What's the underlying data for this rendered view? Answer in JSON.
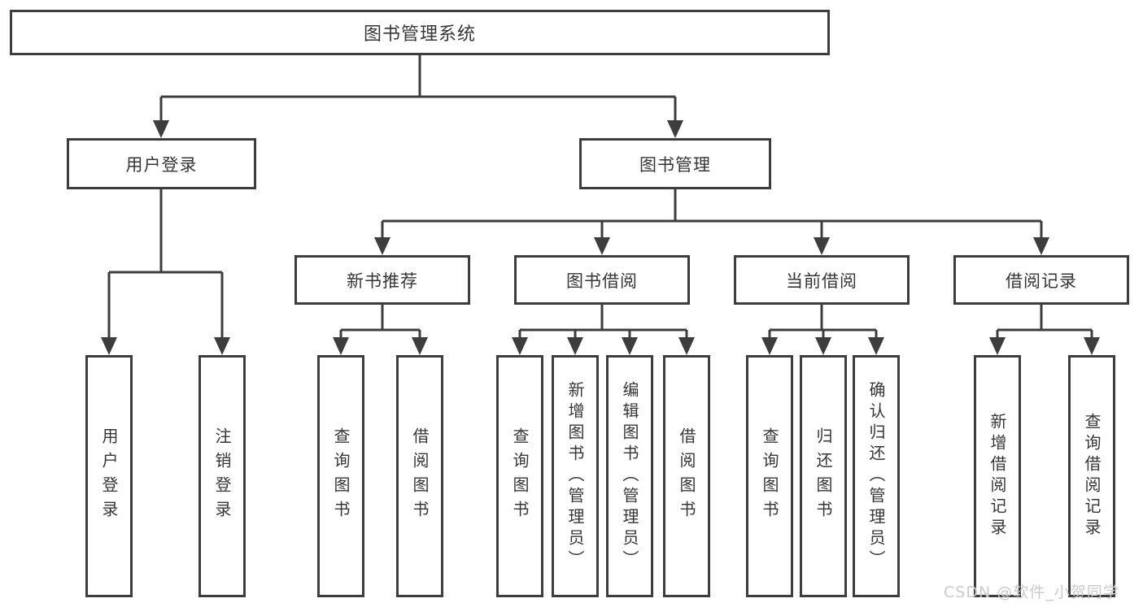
{
  "tree": {
    "root": "图书管理系统",
    "branches": [
      {
        "label": "用户登录",
        "leaves": [
          "用户登录",
          "注销登录"
        ]
      },
      {
        "label": "图书管理",
        "groups": [
          {
            "label": "新书推荐",
            "leaves": [
              "查询图书",
              "借阅图书"
            ]
          },
          {
            "label": "图书借阅",
            "leaves": [
              "查询图书",
              "新增图书（管理员）",
              "编辑图书（管理员）",
              "借阅图书"
            ]
          },
          {
            "label": "当前借阅",
            "leaves": [
              "查询图书",
              "归还图书",
              "确认归还（管理员）"
            ]
          },
          {
            "label": "借阅记录",
            "leaves": [
              "新增借阅记录",
              "查询借阅记录"
            ]
          }
        ]
      }
    ]
  },
  "watermark": "CSDN @软件_小贺同学",
  "colors": {
    "line": "#3d3d3d",
    "text": "#363636",
    "background": "#ffffff",
    "watermark": "#cbcbcb"
  }
}
